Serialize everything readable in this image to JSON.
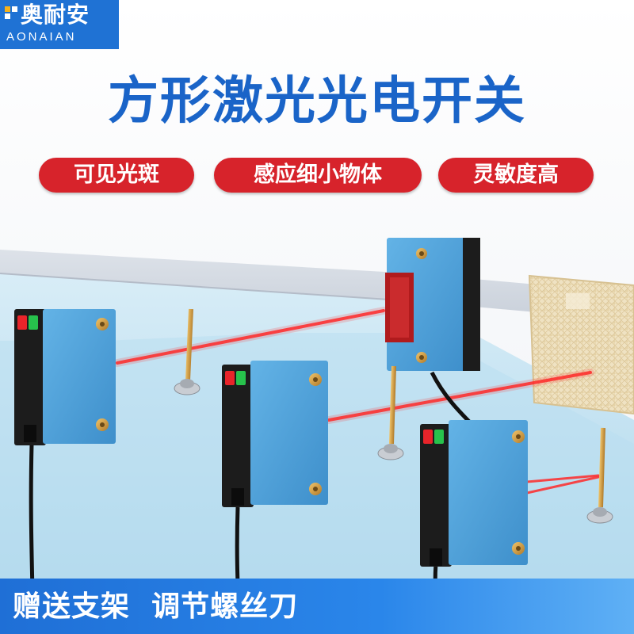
{
  "brand": {
    "name_cn": "奥耐安",
    "name_en": "AONAIAN",
    "color": "#1f72d4"
  },
  "headline": {
    "text": "方形激光光电开关",
    "color": "#1a64c8"
  },
  "features": [
    {
      "label": "可见光斑"
    },
    {
      "label": "感应细小物体"
    },
    {
      "label": "灵敏度高"
    }
  ],
  "accent_color": "#d7232b",
  "banner": {
    "text": "赠送支架  调节螺丝刀"
  },
  "product": {
    "sensor_body_color": "#4a9ed8",
    "sensor_base_color": "#1c1c1c",
    "laser_color": "#ff2a2a",
    "indicator_colors": [
      "#e8242a",
      "#27c24c"
    ]
  },
  "icons": [
    "logo-mark-icon"
  ]
}
